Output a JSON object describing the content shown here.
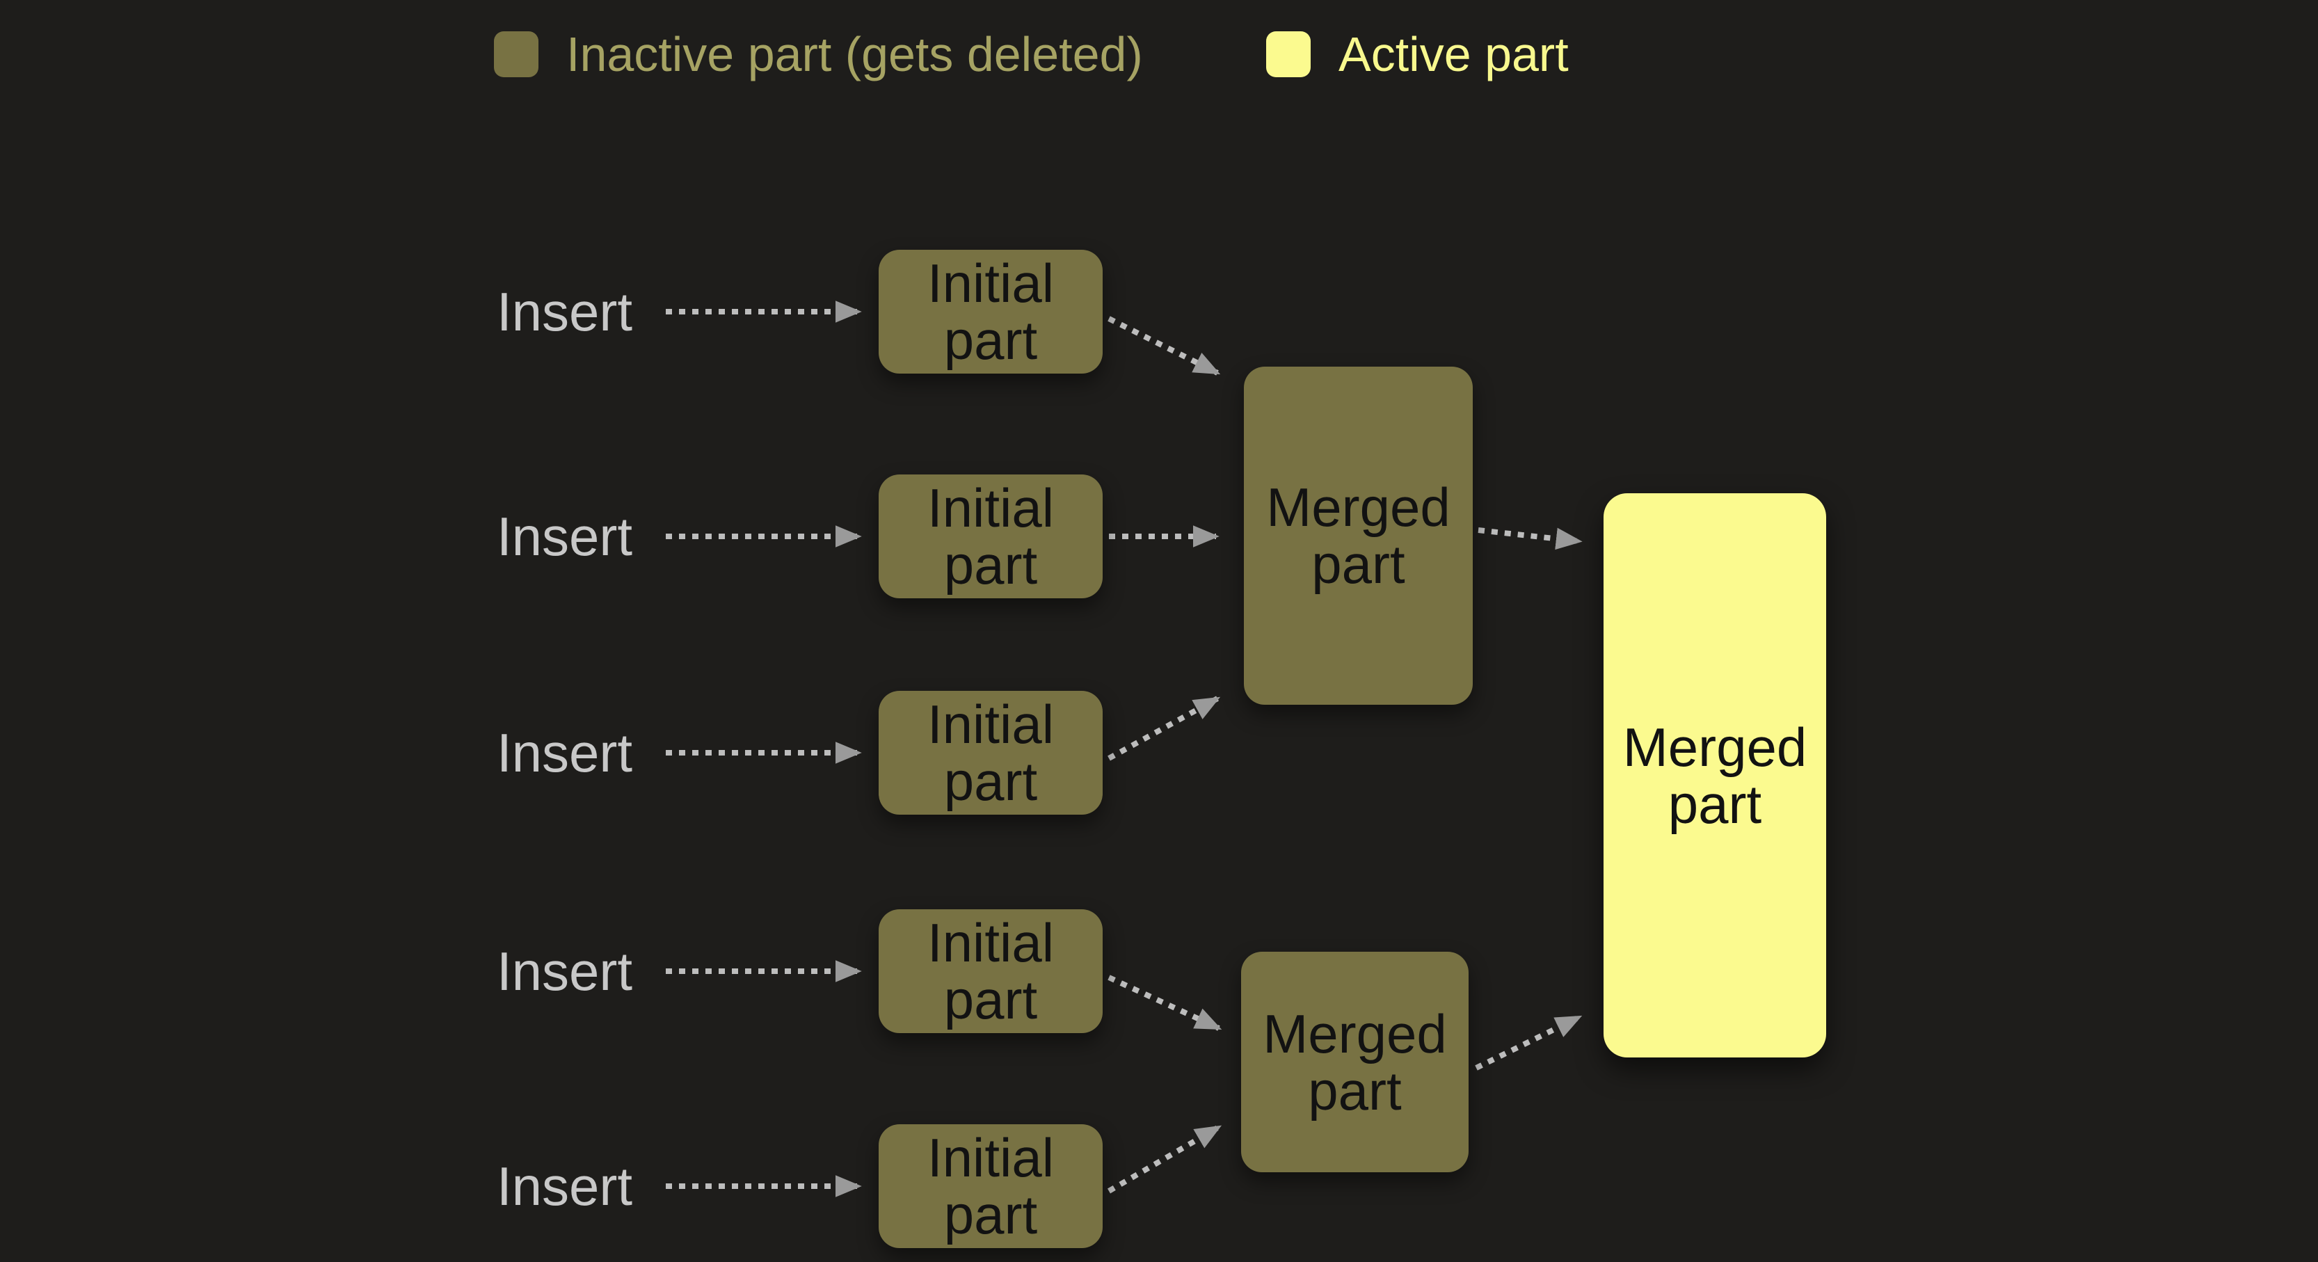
{
  "legend": {
    "inactive_label": "Inactive part (gets deleted)",
    "active_label": "Active part"
  },
  "nodes": {
    "inserts": [
      {
        "label": "Insert"
      },
      {
        "label": "Insert"
      },
      {
        "label": "Insert"
      },
      {
        "label": "Insert"
      },
      {
        "label": "Insert"
      }
    ],
    "initials": [
      {
        "label": "Initial part"
      },
      {
        "label": "Initial part"
      },
      {
        "label": "Initial part"
      },
      {
        "label": "Initial part"
      },
      {
        "label": "Initial part"
      }
    ],
    "merged": [
      {
        "label": "Merged part"
      },
      {
        "label": "Merged part"
      }
    ],
    "final": {
      "label": "Merged part"
    }
  },
  "edges": [
    {
      "from": "insert-1",
      "to": "initial-1"
    },
    {
      "from": "insert-2",
      "to": "initial-2"
    },
    {
      "from": "insert-3",
      "to": "initial-3"
    },
    {
      "from": "insert-4",
      "to": "initial-4"
    },
    {
      "from": "insert-5",
      "to": "initial-5"
    },
    {
      "from": "initial-1",
      "to": "merged-1"
    },
    {
      "from": "initial-2",
      "to": "merged-1"
    },
    {
      "from": "initial-3",
      "to": "merged-1"
    },
    {
      "from": "initial-4",
      "to": "merged-2"
    },
    {
      "from": "initial-5",
      "to": "merged-2"
    },
    {
      "from": "merged-1",
      "to": "final-merged"
    },
    {
      "from": "merged-2",
      "to": "final-merged"
    }
  ],
  "colors": {
    "background": "#1e1d1b",
    "inactive_fill": "#787243",
    "active_fill": "#fbfa8f",
    "inactive_legend_text": "#a6a363",
    "active_legend_text": "#f8f88e",
    "insert_text": "#c8c8c8",
    "node_text": "#121212",
    "arrow_line": "#bdbdbd",
    "arrow_head": "#9a9a9a"
  }
}
